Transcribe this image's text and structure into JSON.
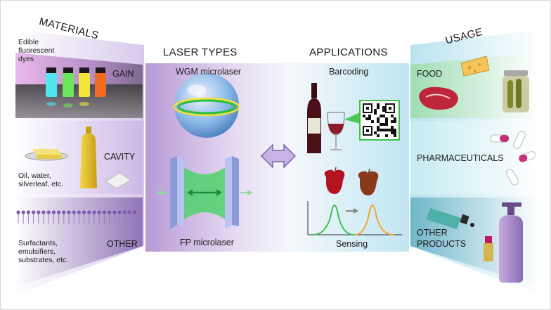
{
  "headings": {
    "materials": "MATERIALS",
    "laser_types": "LASER TYPES",
    "applications": "APPLICATIONS",
    "usage": "USAGE"
  },
  "materials": {
    "gain_label": "GAIN",
    "gain_desc": "Edible fluorescent dyes",
    "cavity_label": "CAVITY",
    "cavity_desc": "Oil, water, silverleaf, etc.",
    "other_label": "OTHER",
    "other_desc": "Surfactants, emulsifiers, substrates, etc."
  },
  "laser_types": {
    "wgm": "WGM microlaser",
    "fp": "FP microlaser"
  },
  "applications": {
    "barcoding": "Barcoding",
    "sensing": "Sensing"
  },
  "usage": {
    "food": "FOOD",
    "pharmaceuticals": "PHARMACEUTICALS",
    "other_line1": "OTHER",
    "other_line2": "PRODUCTS"
  },
  "colors": {
    "purple": "#a98fcf",
    "light_blue": "#bfe6f3",
    "green": "#3cc24a",
    "orange": "#f2a531"
  }
}
